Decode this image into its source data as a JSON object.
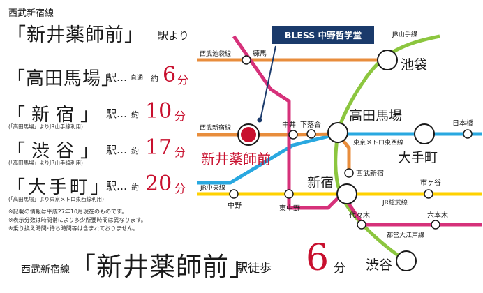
{
  "header": {
    "line": "西武新宿線",
    "station": "「新井薬師前」",
    "suffix": "駅より"
  },
  "routes": [
    {
      "station": "「高田馬場」",
      "eki": "駅…",
      "sub": "直通",
      "yaku": "約",
      "minutes": "6",
      "unit": "分",
      "note": ""
    },
    {
      "station": "「新宿」",
      "eki": "駅…",
      "sub": "",
      "yaku": "約",
      "minutes": "10",
      "unit": "分",
      "note": "(「高田馬場」よりJR山手線利用)"
    },
    {
      "station": "「渋谷」",
      "eki": "駅…",
      "sub": "",
      "yaku": "約",
      "minutes": "17",
      "unit": "分",
      "note": "(「高田馬場」よりJR山手線利用)"
    },
    {
      "station": "「大手町」",
      "eki": "駅…",
      "sub": "",
      "yaku": "約",
      "minutes": "20",
      "unit": "分",
      "note": "(「高田馬場」より東京メトロ東西線利用)"
    }
  ],
  "notes": [
    "※記載の情報は平成27年10月現在のものです。",
    "※表示分数は時間帯により多少所要時間は異なります。",
    "※乗り換え時間･待ち時間等は含まれておりません。"
  ],
  "headline": {
    "line": "西武新宿線",
    "station": "「新井薬師前」",
    "suffix": "駅徒歩",
    "minutes": "6",
    "unit": "分"
  },
  "map": {
    "callout": "BLESS 中野哲学堂",
    "home_station": "新井薬師前",
    "big_stations": {
      "ikebukuro": "池袋",
      "takadanobaba": "高田馬場",
      "otemachi": "大手町",
      "shinjuku": "新宿",
      "shibuya": "渋谷"
    },
    "small_stations": {
      "nerima": "練馬",
      "nakai": "中井",
      "shimoochiai": "下落合",
      "nihonbashi": "日本橋",
      "seibushinjuku": "西武新宿",
      "nakano": "中野",
      "higashinakano": "東中野",
      "ichigaya": "市ヶ谷",
      "yoyogi": "代々木",
      "roppongi": "六本木"
    },
    "line_labels": {
      "yamanote": "JR山手線",
      "ikebukuro_line": "西武池袋線",
      "shinjuku_line": "西武新宿線",
      "tozai": "東京メトロ東西線",
      "chuo": "JR中央線",
      "sobu": "JR総武線",
      "oedo": "都営大江戸線"
    },
    "colors": {
      "seibu_shinjuku": "#e88d3c",
      "seibu_ikebukuro": "#e88d3c",
      "yamanote": "#8cc63f",
      "tozai": "#29a8e0",
      "chuo": "#ffd100",
      "oedo": "#d6317a",
      "callout": "#1a3a6b",
      "home": "#c8102e",
      "accent_red": "#c8102e"
    }
  }
}
